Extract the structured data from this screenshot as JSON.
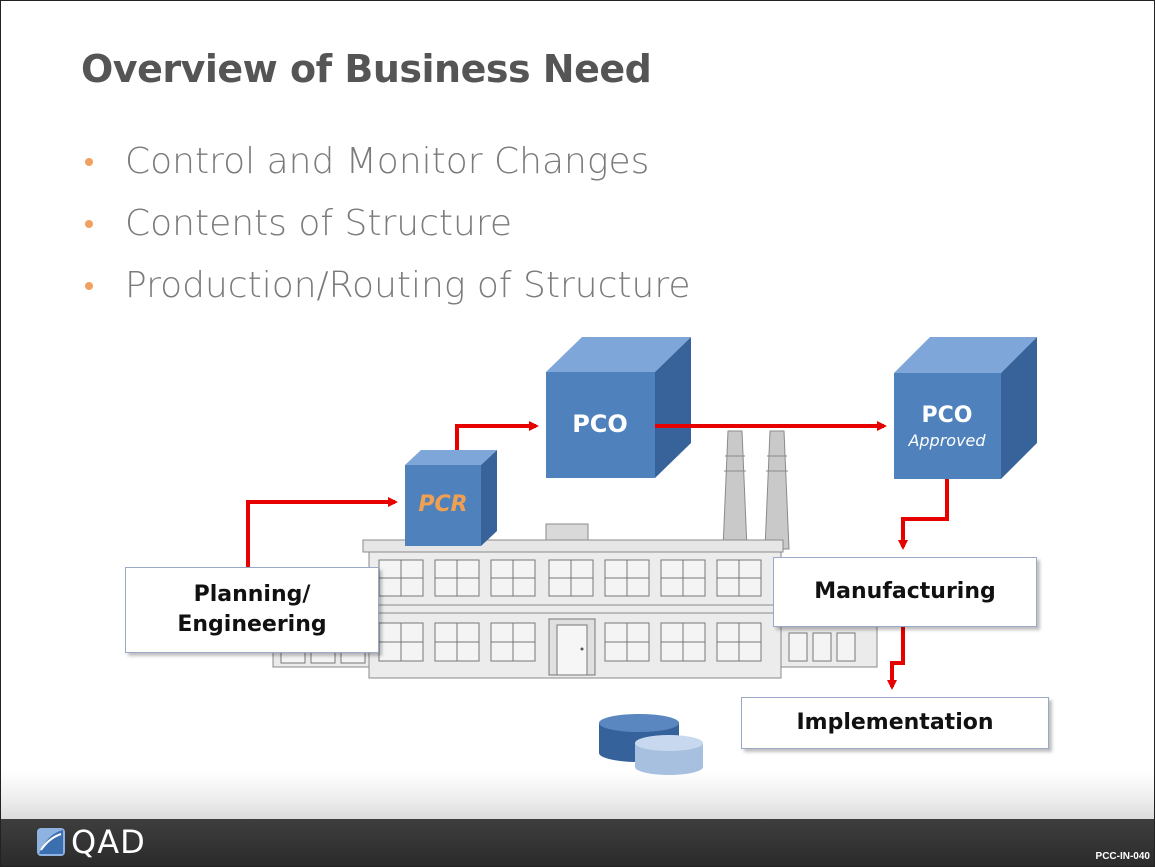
{
  "slide": {
    "title": "Overview of Business Need",
    "bullets": [
      "Control and Monitor Changes",
      "Contents of Structure",
      "Production/Routing of Structure"
    ]
  },
  "diagram": {
    "cubes": {
      "pcr": "PCR",
      "pco": "PCO",
      "pco_approved_title": "PCO",
      "pco_approved_sub": "Approved"
    },
    "boxes": {
      "planning_line1": "Planning/",
      "planning_line2": "Engineering",
      "manufacturing": "Manufacturing",
      "implementation": "Implementation"
    }
  },
  "footer": {
    "logo": "QAD",
    "slide_code": "PCC-IN-040"
  },
  "colors": {
    "title": "#555555",
    "bullet_text": "#7b7b7b",
    "bullet_dot": "#f0a060",
    "cube_front": "#4f81bd",
    "cube_top": "#7ea6d8",
    "cube_side": "#38639a",
    "arrow": "#e60000",
    "pcr_label": "#f0a050"
  }
}
